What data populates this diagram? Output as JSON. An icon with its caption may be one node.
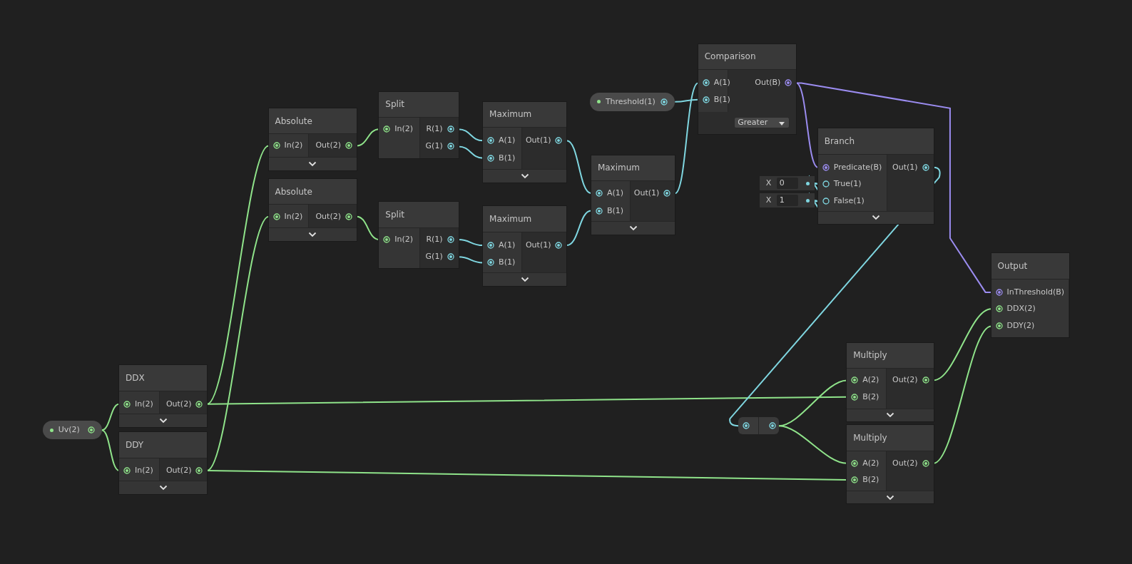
{
  "diagram": {
    "nodes": [
      {
        "text": [
          "Absolute",
          "In(2)",
          "Out(2)"
        ]
      },
      {
        "text": [
          "Absolute",
          "In(2)",
          "Out(2)"
        ]
      },
      {
        "text": [
          "Split",
          "In(2)",
          "R(1)",
          "G(1)"
        ]
      },
      {
        "text": [
          "Split",
          "In(2)",
          "R(1)",
          "G(1)"
        ]
      },
      {
        "text": [
          "Maximum",
          "A(1)",
          "B(1)",
          "Out(1)"
        ]
      },
      {
        "text": [
          "Maximum",
          "A(1)",
          "B(1)",
          "Out(1)"
        ]
      },
      {
        "text": [
          "Maximum",
          "A(1)",
          "B(1)",
          "Out(1)"
        ]
      },
      {
        "text": [
          "Threshold(1)"
        ]
      },
      {
        "text": [
          "Comparison",
          "A(1)",
          "B(1)",
          "Out(B)",
          "Greater"
        ]
      },
      {
        "text": [
          "X",
          "0"
        ]
      },
      {
        "text": [
          "X",
          "1"
        ]
      },
      {
        "text": [
          "Branch",
          "Predicate(B)",
          "True(1)",
          "False(1)",
          "Out(1)"
        ]
      },
      {
        "text": [
          "Output",
          "InThreshold(B)",
          "DDX(2)",
          "DDY(2)"
        ]
      },
      {
        "text": [
          "DDX",
          "In(2)",
          "Out(2)"
        ]
      },
      {
        "text": [
          "DDY",
          "In(2)",
          "Out(2)"
        ]
      },
      {
        "text": [
          "Uv(2)"
        ]
      },
      {
        "text": [],
        "shape": "box"
      },
      {
        "text": [
          "Multiply",
          "A(2)",
          "B(2)",
          "Out(2)"
        ]
      },
      {
        "text": [
          "Multiply",
          "A(2)",
          "B(2)",
          "Out(2)"
        ]
      }
    ],
    "edges": [
      {
        "from": 15,
        "to": 13,
        "arrow": "none"
      },
      {
        "from": 15,
        "to": 14,
        "arrow": "none"
      },
      {
        "from": 13,
        "to": 0,
        "arrow": "none"
      },
      {
        "from": 14,
        "to": 1,
        "arrow": "none"
      },
      {
        "from": 13,
        "to": 17,
        "arrow": "none"
      },
      {
        "from": 14,
        "to": 18,
        "arrow": "none"
      },
      {
        "from": 0,
        "to": 2,
        "arrow": "none"
      },
      {
        "from": 1,
        "to": 3,
        "arrow": "none"
      },
      {
        "from": 2,
        "to": 4,
        "arrow": "none",
        "color": "#7fd6e0"
      },
      {
        "from": 2,
        "to": 4,
        "arrow": "none",
        "color": "#7fd6e0"
      },
      {
        "from": 3,
        "to": 5,
        "arrow": "none",
        "color": "#7fd6e0"
      },
      {
        "from": 3,
        "to": 5,
        "arrow": "none",
        "color": "#7fd6e0"
      },
      {
        "from": 4,
        "to": 6,
        "arrow": "none",
        "color": "#7fd6e0"
      },
      {
        "from": 5,
        "to": 6,
        "arrow": "none",
        "color": "#7fd6e0"
      },
      {
        "from": 6,
        "to": 8,
        "arrow": "none",
        "color": "#7fd6e0"
      },
      {
        "from": 7,
        "to": 8,
        "arrow": "none",
        "color": "#7fd6e0"
      },
      {
        "from": 8,
        "to": 11,
        "arrow": "none",
        "color": "#9b8cf0"
      },
      {
        "from": 8,
        "to": 12,
        "arrow": "none",
        "color": "#9b8cf0"
      },
      {
        "from": 9,
        "to": 11,
        "arrow": "none",
        "color": "#7fd6e0"
      },
      {
        "from": 10,
        "to": 11,
        "arrow": "none",
        "color": "#7fd6e0"
      },
      {
        "from": 11,
        "to": 16,
        "arrow": "none",
        "color": "#7fd6e0"
      },
      {
        "from": 16,
        "to": 17,
        "arrow": "none"
      },
      {
        "from": 16,
        "to": 18,
        "arrow": "none"
      },
      {
        "from": 17,
        "to": 12,
        "arrow": "none"
      },
      {
        "from": 18,
        "to": 12,
        "arrow": "none"
      }
    ]
  }
}
